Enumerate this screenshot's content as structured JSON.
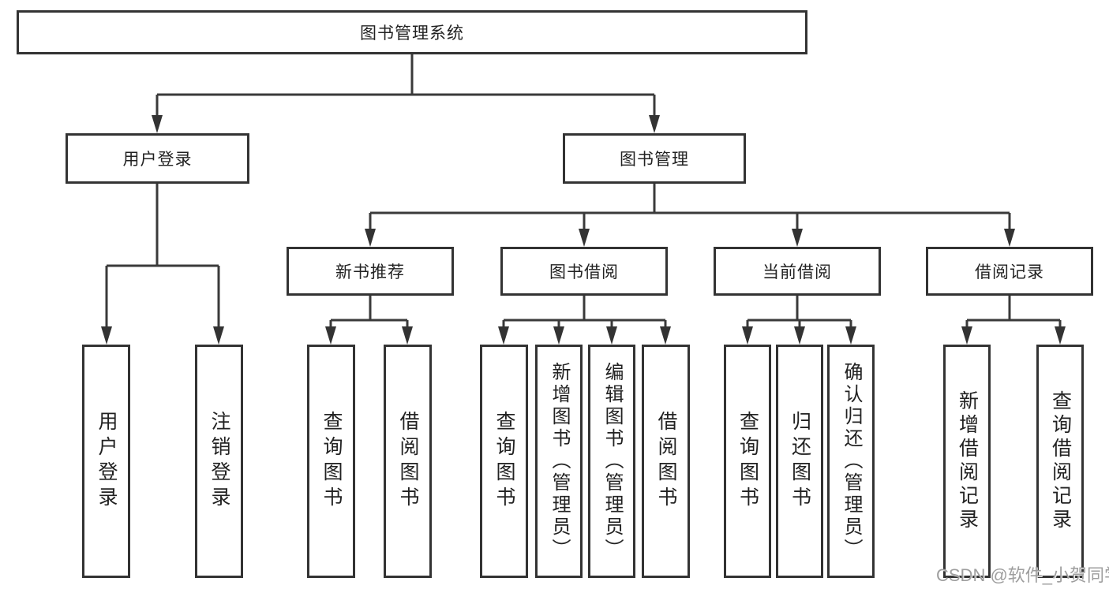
{
  "diagram": {
    "root": {
      "label": "图书管理系统"
    },
    "level2": [
      {
        "label": "用户登录"
      },
      {
        "label": "图书管理"
      }
    ],
    "level3": [
      {
        "label": "新书推荐"
      },
      {
        "label": "图书借阅"
      },
      {
        "label": "当前借阅"
      },
      {
        "label": "借阅记录"
      }
    ],
    "leaves": {
      "user_login": [
        {
          "label": "用户登录"
        },
        {
          "label": "注销登录"
        }
      ],
      "new_book_recommend": [
        {
          "label": "查询图书"
        },
        {
          "label": "借阅图书"
        }
      ],
      "book_borrow": [
        {
          "label": "查询图书"
        },
        {
          "label": "新增图书（管理员）"
        },
        {
          "label": "编辑图书（管理员）"
        },
        {
          "label": "借阅图书"
        }
      ],
      "current_borrow": [
        {
          "label": "查询图书"
        },
        {
          "label": "归还图书"
        },
        {
          "label": "确认归还（管理员）"
        }
      ],
      "borrow_record": [
        {
          "label": "新增借阅记录"
        },
        {
          "label": "查询借阅记录"
        }
      ]
    },
    "watermark": "CSDN @软件_小贺同学",
    "colors": {
      "line": "#3a3a3a",
      "border": "#333333",
      "text": "#222222",
      "watermark": "#9e9e9e",
      "background": "#ffffff"
    }
  }
}
